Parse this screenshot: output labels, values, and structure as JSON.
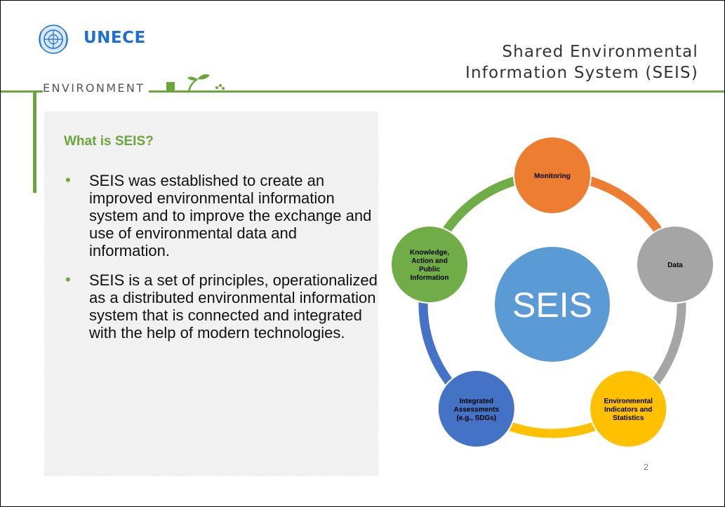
{
  "brand": {
    "org": "UNECE",
    "unit_label": "ENVIRONMENT"
  },
  "title": {
    "line1": "Shared Environmental",
    "line2": "Information System (SEIS)"
  },
  "panel": {
    "heading": "What is SEIS?",
    "bullets": [
      "SEIS was established to create an improved environmental information system and to improve the exchange and use of environmental data and information.",
      "SEIS is a set of principles, operationalized as a distributed environmental information system that is connected and integrated with the help of modern technologies."
    ]
  },
  "diagram": {
    "center": {
      "label": "SEIS",
      "color": "#5b9bd5"
    },
    "nodes": [
      {
        "id": "monitoring",
        "lines": [
          "Monitoring"
        ],
        "color": "#ed7d31",
        "label_color": "#000000"
      },
      {
        "id": "data",
        "lines": [
          "Data"
        ],
        "color": "#a5a5a5",
        "label_color": "#000000"
      },
      {
        "id": "indicators",
        "lines": [
          "Environmental",
          "Indicators and",
          "Statistics"
        ],
        "color": "#ffc000",
        "label_color": "#000000"
      },
      {
        "id": "assessments",
        "lines": [
          "Integrated",
          "Assessments",
          "(e.g., SDGs)"
        ],
        "color": "#4472c4",
        "label_color": "#000000"
      },
      {
        "id": "knowledge",
        "lines": [
          "Knowledge,",
          "Action and",
          "Public",
          "Information"
        ],
        "color": "#70ad47",
        "label_color": "#000000"
      }
    ]
  },
  "page_number": "2",
  "colors": {
    "accent_green": "#6aa63b",
    "brand_blue": "#1f6fd0"
  }
}
